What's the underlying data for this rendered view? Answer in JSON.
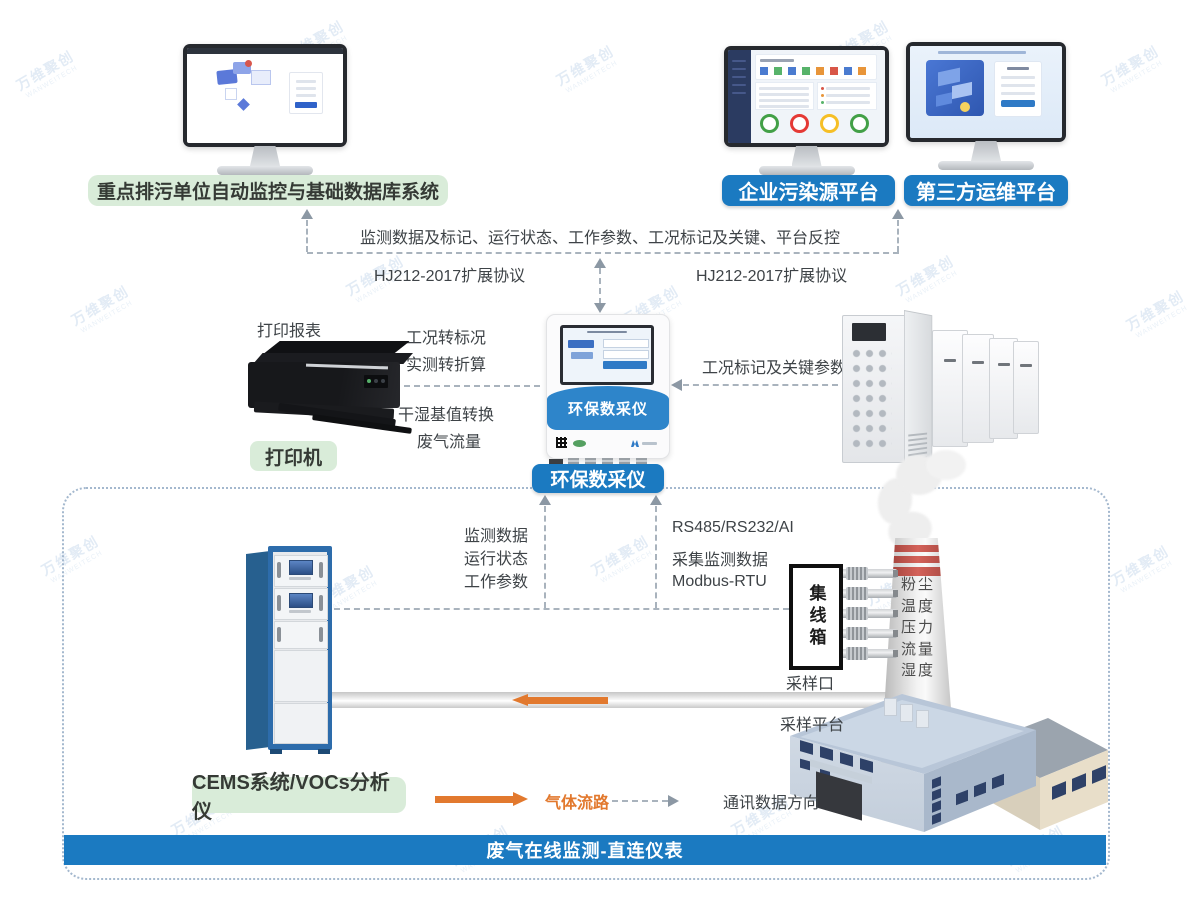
{
  "watermark": {
    "text": "万维聚创",
    "subtext": "WANWEITECH"
  },
  "platforms": {
    "regulator": "重点排污单位自动监控与基础数据库系统",
    "enterprise": "企业污染源平台",
    "third_party": "第三方运维平台"
  },
  "uplink": {
    "summary": "监测数据及标记、运行状态、工作参数、工况标记及关键、平台反控",
    "protocol_left": "HJ212-2017扩展协议",
    "protocol_right": "HJ212-2017扩展协议"
  },
  "printer": {
    "report_label": "打印报表",
    "name": "打印机"
  },
  "conversion": {
    "line1": "工况转标况",
    "line2": "实测转折算",
    "line3": "干湿基值转换",
    "line4": "废气流量"
  },
  "plc_link": {
    "label": "工况标记及关键参数"
  },
  "collector": {
    "band_label": "环保数采仪",
    "name": "环保数采仪"
  },
  "cems_link": {
    "line1": "监测数据",
    "line2": "运行状态",
    "line3": "工作参数"
  },
  "junction_link": {
    "line1": "RS485/RS232/AI",
    "line2": "采集监测数据",
    "line3": "Modbus-RTU"
  },
  "junction_box": {
    "name": "集线箱",
    "port_label": "采样口"
  },
  "stack": {
    "sensors": [
      "粉尘",
      "温度",
      "压力",
      "流量",
      "湿度"
    ],
    "platform_label": "采样平台"
  },
  "cems": {
    "name": "CEMS系统/VOCs分析仪"
  },
  "legend": {
    "gas": "气体流路",
    "comm": "通讯数据方向"
  },
  "footer": {
    "title": "废气在线监测-直连仪表"
  },
  "colors": {
    "accent_blue": "#1b7ac1",
    "label_green": "#d9ecd9",
    "gas_orange": "#e2792e",
    "dash_grey": "#a9b3bd"
  }
}
